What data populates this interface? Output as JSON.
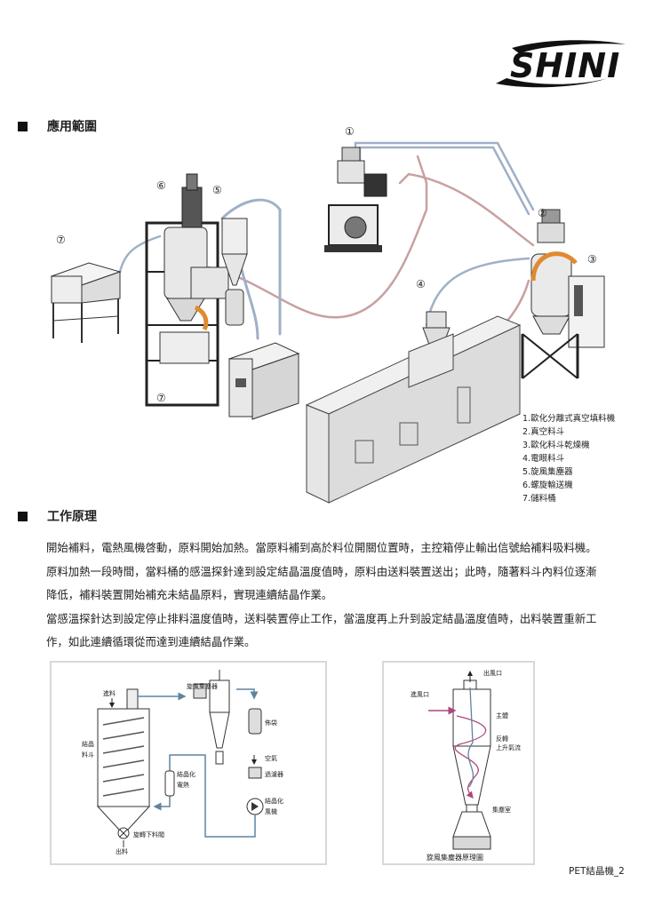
{
  "brand": {
    "logo_text": "SHINI"
  },
  "section1": {
    "title": "應用範圍"
  },
  "callouts": [
    "①",
    "②",
    "③",
    "④",
    "⑤",
    "⑥",
    "⑦"
  ],
  "legend": [
    "1.歐化分離式真空填料機",
    "2.真空料斗",
    "3.歐化料斗乾燥機",
    "4.電眼料斗",
    "5.旋風集塵器",
    "6.螺旋輸送機",
    "7.儲料桶"
  ],
  "section2": {
    "title": "工作原理"
  },
  "paragraph": [
    "開始補料，電熱風機啓動，原料開始加熱。當原料補到高於料位開關位置時，主控箱停止輸出信號給補料吸料機。",
    "原料加熱一段時間，當料桶的感溫探針達到設定結晶溫度值時，原料由送料裝置送出；此時，隨著料斗內料位逐漸",
    "降低，補料裝置開始補充未結晶原料，實現連續結晶作業。",
    "當感溫探針达到設定停止排料溫度值時，送料裝置停止工作，當溫度再上升到設定結晶溫度值時，出料裝置重新工",
    "作，如此連續循環從而達到連續結晶作業。"
  ],
  "diagram_left": {
    "inlet": "進料",
    "hopper_line1": "結晶",
    "hopper_line2": "料斗",
    "cyclone": "旋風集塵器",
    "cloth_bag": "佈袋",
    "air": "空氣",
    "filter": "過濾器",
    "heater_line1": "結晶化",
    "heater_line2": "電熱",
    "blower_line1": "結晶化",
    "blower_line2": "風機",
    "rotary_valve": "旋轉下料閥",
    "outlet": "出料"
  },
  "diagram_right": {
    "air_outlet": "出風口",
    "air_inlet": "進風口",
    "body": "主體",
    "reverse_line1": "反轉",
    "reverse_line2": "上升氣流",
    "dust_chamber": "集塵室",
    "caption": "旋風集塵器原理圖"
  },
  "page_label": "PET結晶機_2"
}
